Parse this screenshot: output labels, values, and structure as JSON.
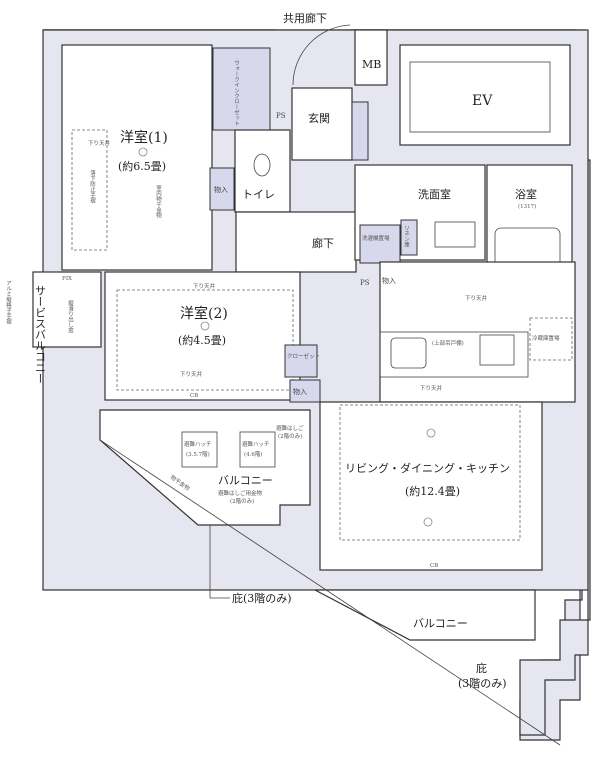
{
  "labels": {
    "common_corridor": "共用廊下",
    "mb": "MB",
    "ev": "EV",
    "ps": "PS",
    "entrance": "玄関",
    "room1_name": "洋室(1)",
    "room1_size": "(約6.5畳)",
    "walk_in_closet": "ウォークインクローゼット",
    "toilet": "トイレ",
    "storage": "物入",
    "hallway": "廊下",
    "washroom": "洗面室",
    "bathroom": "浴室",
    "bath_size": "(1317)",
    "linen": "リネン庫",
    "laundry": "洗濯機置場",
    "upper_cabinet": "(上部吊戸棚)",
    "room2_name": "洋室(2)",
    "room2_size": "(約4.5畳)",
    "closet": "クローゼット",
    "service_balcony": "サービスバルコニー",
    "alu_rail": "アルミ縦格子手摺",
    "side_window": "縦滑り出し窓",
    "fix": "FIX",
    "lowered_ceiling": "下り天井",
    "fall_rail": "落下防止手摺",
    "indoor_dryer": "室内物干金物",
    "ldk_name": "リビング・ダイニング・キッチン",
    "ldk_size": "(約12.4畳)",
    "fridge": "冷蔵庫置場",
    "hatch1": "避難ハッチ",
    "hatch1_floors": "(3.5.7階)",
    "hatch2": "避難ハッチ",
    "hatch2_floors": "(4.6階)",
    "balcony": "バルコニー",
    "ladder": "避難はしご",
    "ladder_floor": "(2階のみ)",
    "ladder_hw": "避難はしご用金物",
    "dryer_hw": "物干金物",
    "eaves": "庇(3階のみ)",
    "eaves2_a": "庇",
    "eaves2_b": "(3階のみ)",
    "cb": "CB"
  },
  "colors": {
    "wall": "#e6e6f0",
    "storage": "#d8d8ec",
    "line": "#333333"
  }
}
